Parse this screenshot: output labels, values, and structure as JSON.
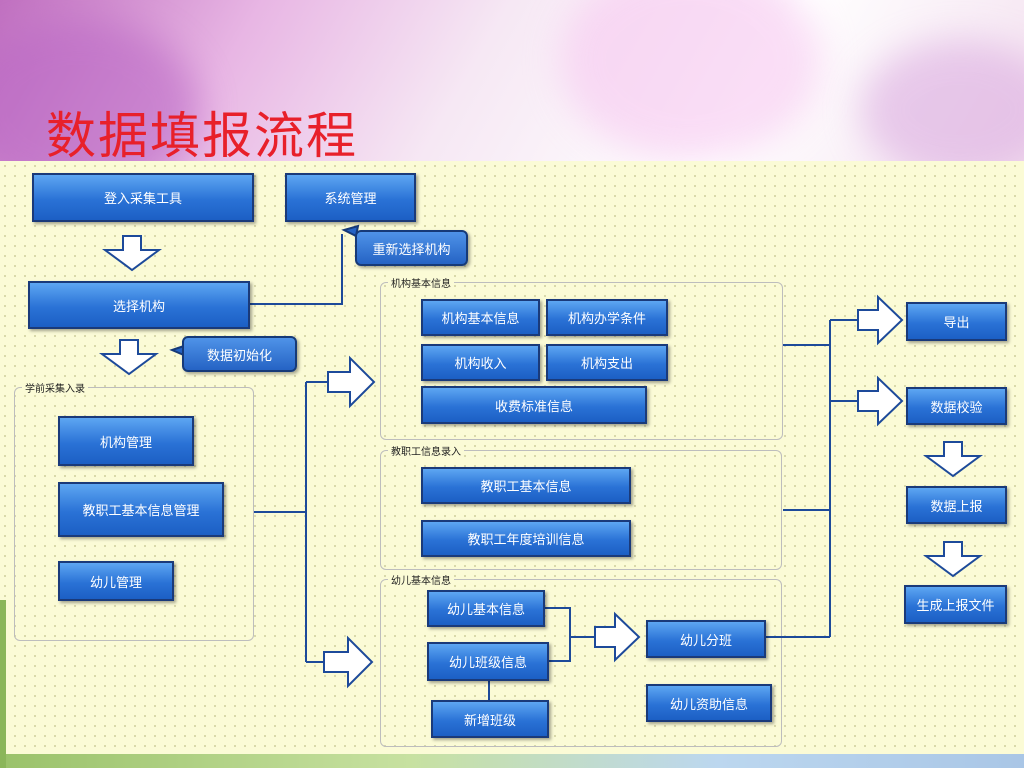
{
  "title": "数据填报流程",
  "nodes": {
    "login": "登入采集工具",
    "system_mgmt": "系统管理",
    "reselect_org": "重新选择机构",
    "select_org": "选择机构",
    "data_init": "数据初始化",
    "org_mgmt": "机构管理",
    "staff_info_mgmt": "教职工基本信息管理",
    "child_mgmt": "幼儿管理",
    "org_basic_info": "机构基本信息",
    "org_conditions": "机构办学条件",
    "org_income": "机构收入",
    "org_expense": "机构支出",
    "fee_standard": "收费标准信息",
    "staff_basic_info": "教职工基本信息",
    "staff_training": "教职工年度培训信息",
    "child_basic_info": "幼儿基本信息",
    "child_class_info": "幼儿班级信息",
    "new_class": "新增班级",
    "child_grouping": "幼儿分班",
    "child_aid": "幼儿资助信息",
    "export": "导出",
    "data_check": "数据校验",
    "data_report": "数据上报",
    "gen_report_file": "生成上报文件"
  },
  "groups": {
    "preschool_entry": "学前采集入录",
    "org_basic": "机构基本信息",
    "staff_entry": "教职工信息录入",
    "child_basic": "幼儿基本信息"
  },
  "colors": {
    "title": "#e8202a",
    "box_fill": "#2a72d6",
    "box_border": "#1a3a7a",
    "canvas": "#fbfbd6"
  }
}
